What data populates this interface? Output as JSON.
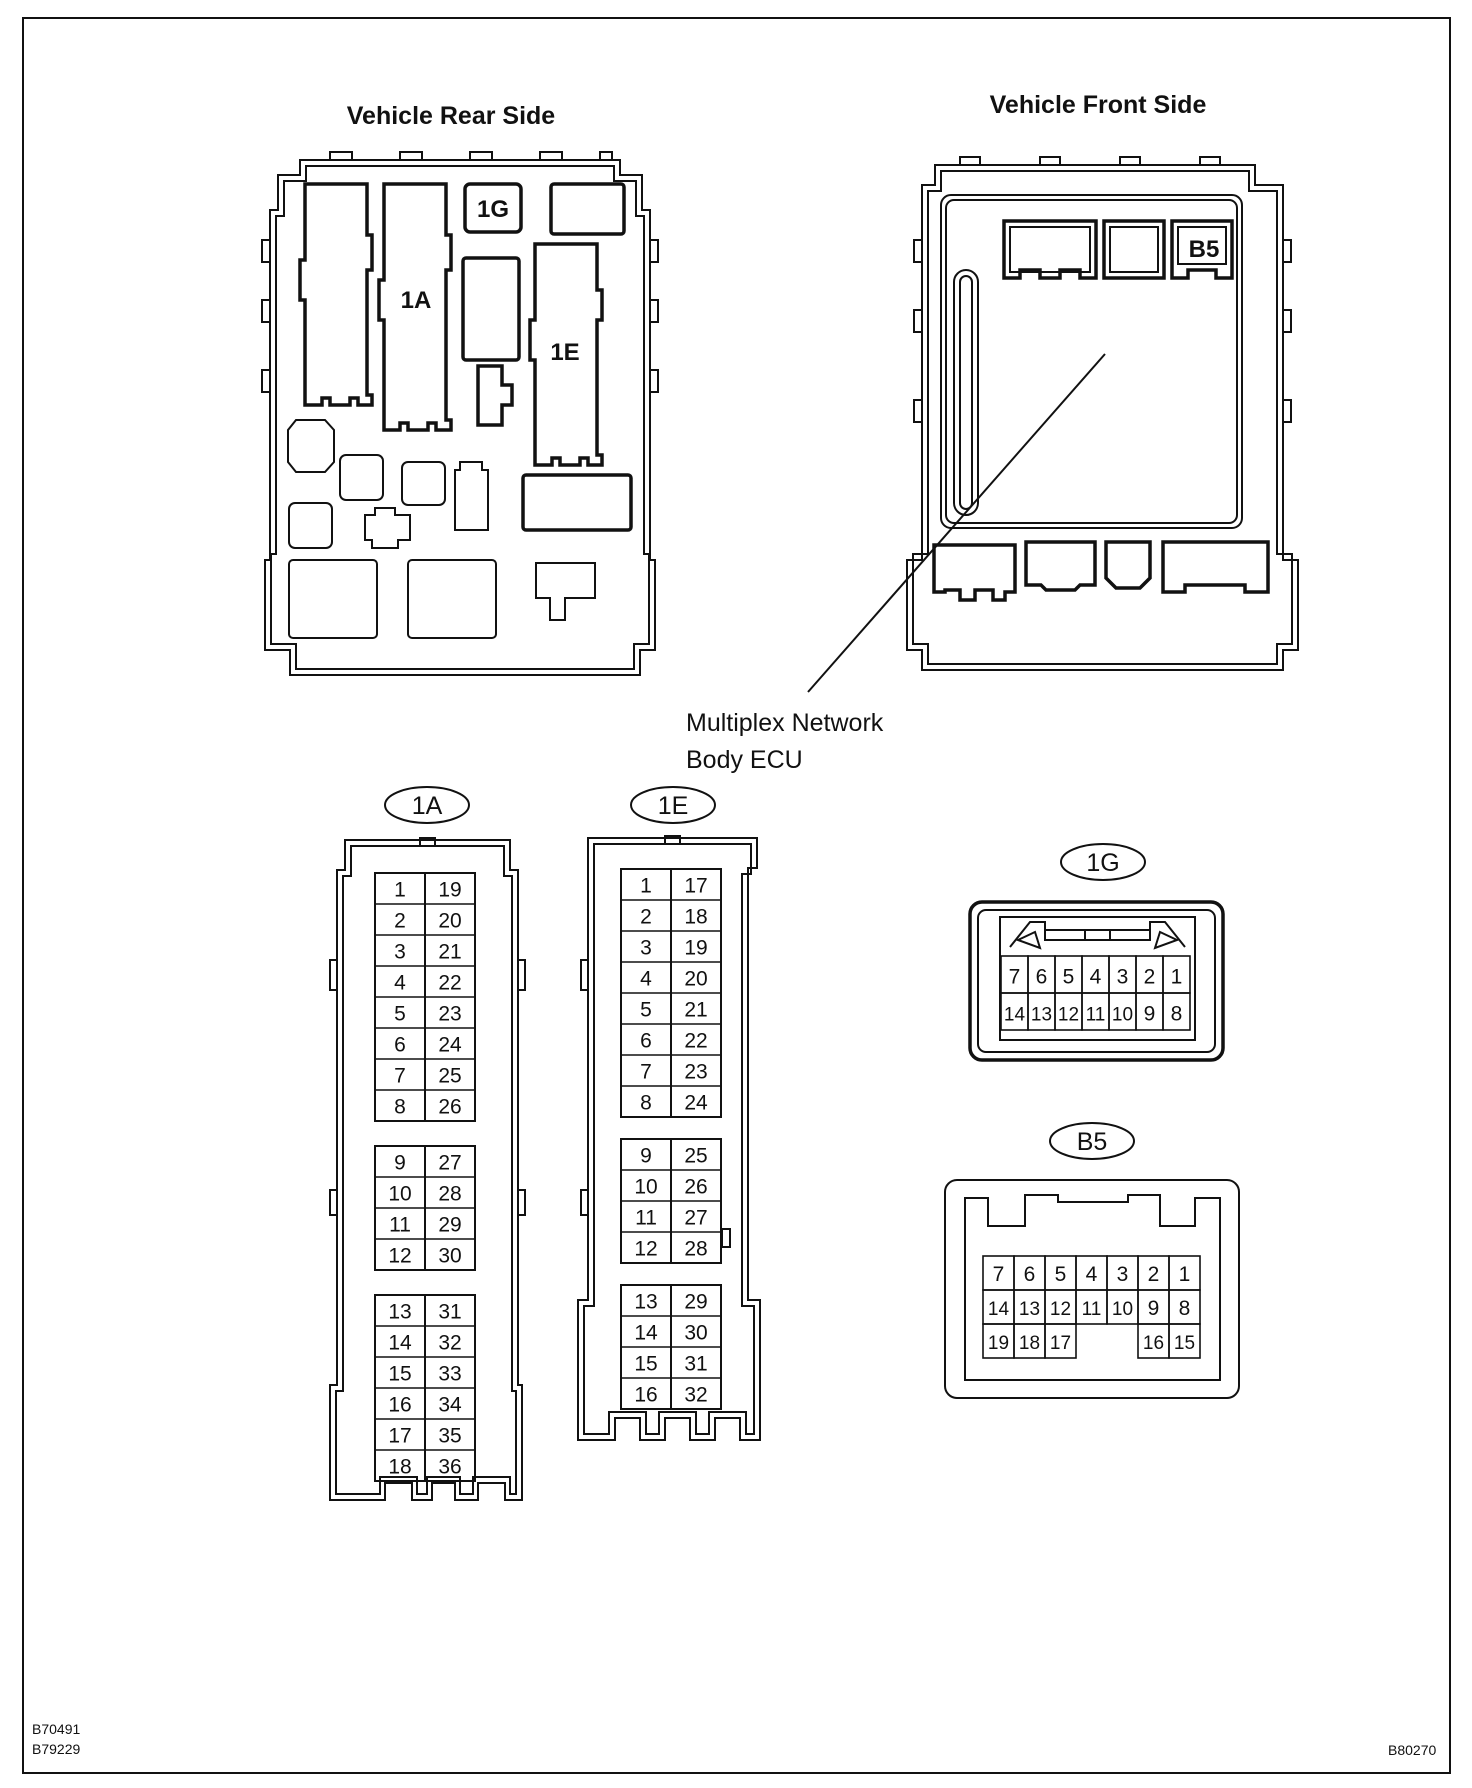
{
  "labels": {
    "rear_title": "Vehicle Rear Side",
    "front_title": "Vehicle Front Side",
    "ecu_line1": "Multiplex Network",
    "ecu_line2": "Body ECU",
    "rear_1g": "1G",
    "rear_1a": "1A",
    "rear_1e": "1E",
    "front_b5": "B5",
    "ref_1": "B70491",
    "ref_2": "B79229",
    "ref_3": "B80270"
  },
  "connectors": {
    "c1a": {
      "tag": "1A",
      "groups": [
        [
          [
            "1",
            "19"
          ],
          [
            "2",
            "20"
          ],
          [
            "3",
            "21"
          ],
          [
            "4",
            "22"
          ],
          [
            "5",
            "23"
          ],
          [
            "6",
            "24"
          ],
          [
            "7",
            "25"
          ],
          [
            "8",
            "26"
          ]
        ],
        [
          [
            "9",
            "27"
          ],
          [
            "10",
            "28"
          ],
          [
            "11",
            "29"
          ],
          [
            "12",
            "30"
          ]
        ],
        [
          [
            "13",
            "31"
          ],
          [
            "14",
            "32"
          ],
          [
            "15",
            "33"
          ],
          [
            "16",
            "34"
          ],
          [
            "17",
            "35"
          ],
          [
            "18",
            "36"
          ]
        ]
      ]
    },
    "c1e": {
      "tag": "1E",
      "groups": [
        [
          [
            "1",
            "17"
          ],
          [
            "2",
            "18"
          ],
          [
            "3",
            "19"
          ],
          [
            "4",
            "20"
          ],
          [
            "5",
            "21"
          ],
          [
            "6",
            "22"
          ],
          [
            "7",
            "23"
          ],
          [
            "8",
            "24"
          ]
        ],
        [
          [
            "9",
            "25"
          ],
          [
            "10",
            "26"
          ],
          [
            "11",
            "27"
          ],
          [
            "12",
            "28"
          ]
        ],
        [
          [
            "13",
            "29"
          ],
          [
            "14",
            "30"
          ],
          [
            "15",
            "31"
          ],
          [
            "16",
            "32"
          ]
        ]
      ]
    },
    "c1g": {
      "tag": "1G",
      "rows": [
        [
          "7",
          "6",
          "5",
          "4",
          "3",
          "2",
          "1"
        ],
        [
          "14",
          "13",
          "12",
          "11",
          "10",
          "9",
          "8"
        ]
      ]
    },
    "cb5": {
      "tag": "B5",
      "rows": [
        [
          "7",
          "6",
          "5",
          "4",
          "3",
          "2",
          "1"
        ],
        [
          "14",
          "13",
          "12",
          "11",
          "10",
          "9",
          "8"
        ],
        [
          "19",
          "18",
          "17",
          "",
          "",
          "16",
          "15"
        ]
      ]
    }
  }
}
